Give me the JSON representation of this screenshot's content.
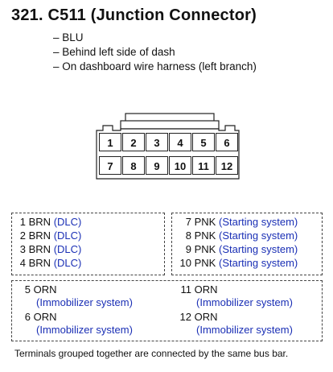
{
  "title": "321. C511 (Junction Connector)",
  "bullets": [
    "– BLU",
    "– Behind left side of dash",
    "– On dashboard wire harness (left branch)"
  ],
  "connector": {
    "top_row": [
      "1",
      "2",
      "3",
      "4",
      "5",
      "6"
    ],
    "bottom_row": [
      "7",
      "8",
      "9",
      "10",
      "11",
      "12"
    ]
  },
  "groups": {
    "left_top": [
      {
        "num": "1",
        "color": "BRN",
        "system": "(DLC)"
      },
      {
        "num": "2",
        "color": "BRN",
        "system": "(DLC)"
      },
      {
        "num": "3",
        "color": "BRN",
        "system": "(DLC)"
      },
      {
        "num": "4",
        "color": "BRN",
        "system": "(DLC)"
      }
    ],
    "right_top": [
      {
        "num": "7",
        "color": "PNK",
        "system": "(Starting system)"
      },
      {
        "num": "8",
        "color": "PNK",
        "system": "(Starting system)"
      },
      {
        "num": "9",
        "color": "PNK",
        "system": "(Starting system)"
      },
      {
        "num": "10",
        "color": "PNK",
        "system": "(Starting system)"
      }
    ],
    "bottom_left": [
      {
        "num": "5",
        "color": "ORN",
        "system": "(Immobilizer system)"
      },
      {
        "num": "6",
        "color": "ORN",
        "system": "(Immobilizer system)"
      }
    ],
    "bottom_right": [
      {
        "num": "11",
        "color": "ORN",
        "system": "(Immobilizer system)"
      },
      {
        "num": "12",
        "color": "ORN",
        "system": "(Immobilizer system)"
      }
    ]
  },
  "footnote": "Terminals grouped together are connected by the same bus bar.",
  "colors": {
    "system_text": "#1a2fb5",
    "text": "#111111"
  }
}
